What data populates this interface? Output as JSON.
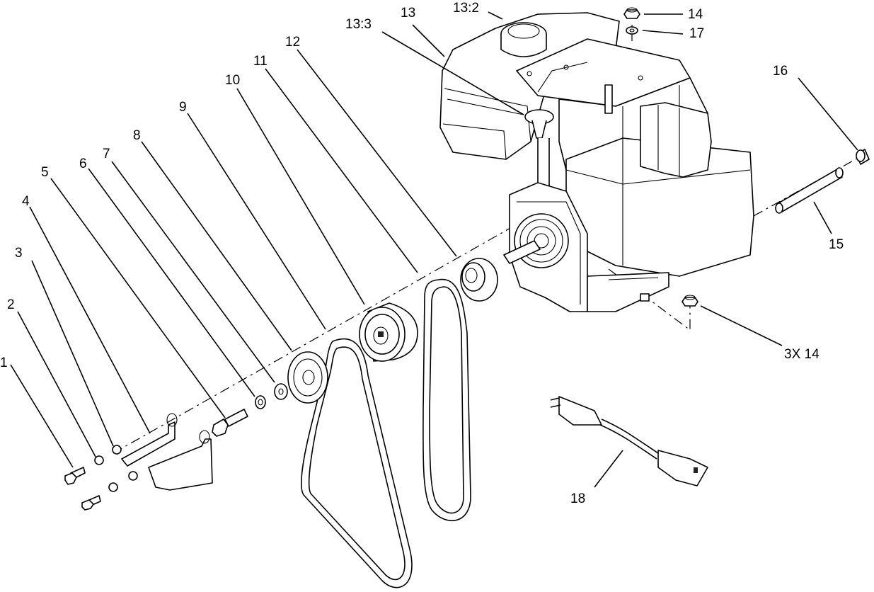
{
  "callouts": [
    {
      "id": "1",
      "text": "1"
    },
    {
      "id": "2",
      "text": "2"
    },
    {
      "id": "3",
      "text": "3"
    },
    {
      "id": "4",
      "text": "4"
    },
    {
      "id": "5",
      "text": "5"
    },
    {
      "id": "6",
      "text": "6"
    },
    {
      "id": "7",
      "text": "7"
    },
    {
      "id": "8",
      "text": "8"
    },
    {
      "id": "9",
      "text": "9"
    },
    {
      "id": "10",
      "text": "10"
    },
    {
      "id": "11",
      "text": "11"
    },
    {
      "id": "12",
      "text": "12"
    },
    {
      "id": "13",
      "text": "13"
    },
    {
      "id": "13_2",
      "text": "13:2"
    },
    {
      "id": "13_3",
      "text": "13:3"
    },
    {
      "id": "14",
      "text": "14"
    },
    {
      "id": "15",
      "text": "15"
    },
    {
      "id": "16",
      "text": "16"
    },
    {
      "id": "17",
      "text": "17"
    },
    {
      "id": "18",
      "text": "18"
    },
    {
      "id": "3x14",
      "text": "3X 14"
    }
  ]
}
